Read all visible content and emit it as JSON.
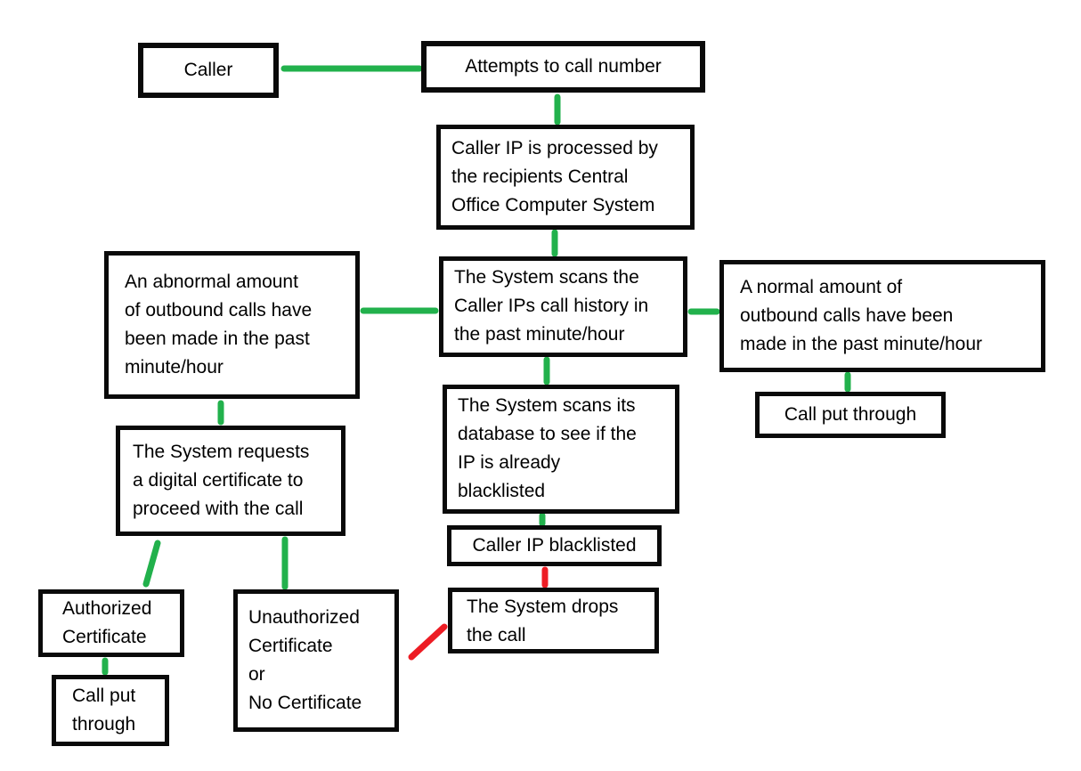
{
  "colors": {
    "flow_ok": "#22B14C",
    "flow_block": "#ED1C24",
    "box_border": "#0A0A0A",
    "text": "#000000",
    "background": "#FFFFFF"
  },
  "nodes": {
    "caller": {
      "label": "Caller"
    },
    "attempts": {
      "label": "Attempts to call number"
    },
    "processed": {
      "label": "Caller IP is processed by\nthe recipients Central\nOffice Computer System"
    },
    "scans_history": {
      "label": "The System scans the\nCaller IPs call history in\nthe past minute/hour"
    },
    "abnormal": {
      "label": "An abnormal amount\nof outbound calls have\nbeen made in the past\nminute/hour"
    },
    "normal": {
      "label": "A normal amount of\noutbound calls have been\nmade in the past minute/hour"
    },
    "call_put_through_right": {
      "label": "Call put through"
    },
    "scans_database": {
      "label": "The System scans its\ndatabase to see if the\nIP is already\nblacklisted"
    },
    "blacklisted": {
      "label": "Caller IP blacklisted"
    },
    "drops_call": {
      "label": "The System drops\nthe call"
    },
    "requests_certificate": {
      "label": "The System requests\na digital certificate to\nproceed with the call"
    },
    "authorized_certificate": {
      "label": "Authorized\nCertificate"
    },
    "call_put_through_left": {
      "label": "Call put\nthrough"
    },
    "unauthorized_certificate": {
      "label": "Unauthorized\nCertificate\nor\nNo Certificate"
    }
  }
}
